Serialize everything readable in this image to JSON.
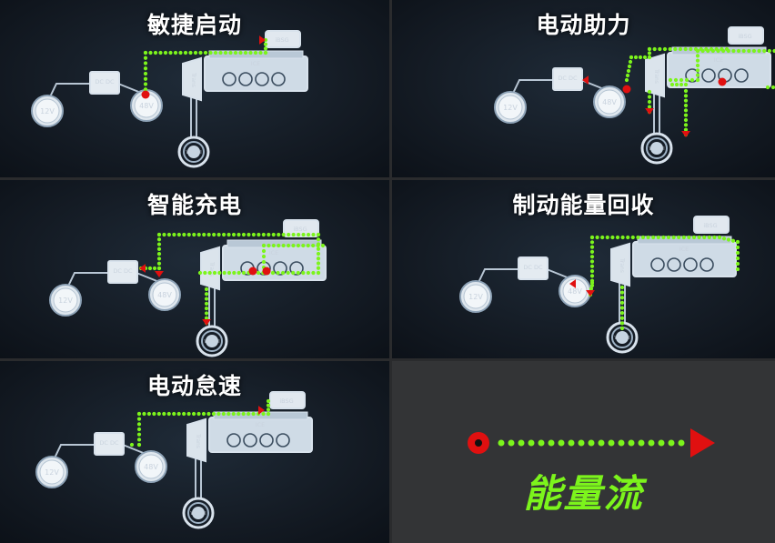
{
  "colors": {
    "flow_dot": "#7cf41c",
    "source_marker": "#e01010",
    "arrow": "#e01010",
    "component_frame": "#d8e2ec",
    "legend_text": "#7cf41c",
    "title_text": "#ffffff"
  },
  "components": {
    "battery_12v": "12V",
    "battery_48v": "48V",
    "dcdc": "DC DC",
    "bsg": "iBSG",
    "engine": "ICE",
    "transmission": "Trans",
    "wheel": "Wheel"
  },
  "panels": [
    {
      "id": "agile-start",
      "title": "敏捷启动"
    },
    {
      "id": "power-assist",
      "title": "电动助力"
    },
    {
      "id": "smart-charging",
      "title": "智能充电"
    },
    {
      "id": "braking-recovery",
      "title": "制动能量回收"
    },
    {
      "id": "electric-idle",
      "title": "电动怠速"
    }
  ],
  "legend": {
    "label": "能量流",
    "icon": "energy-flow-arrow-icon"
  }
}
